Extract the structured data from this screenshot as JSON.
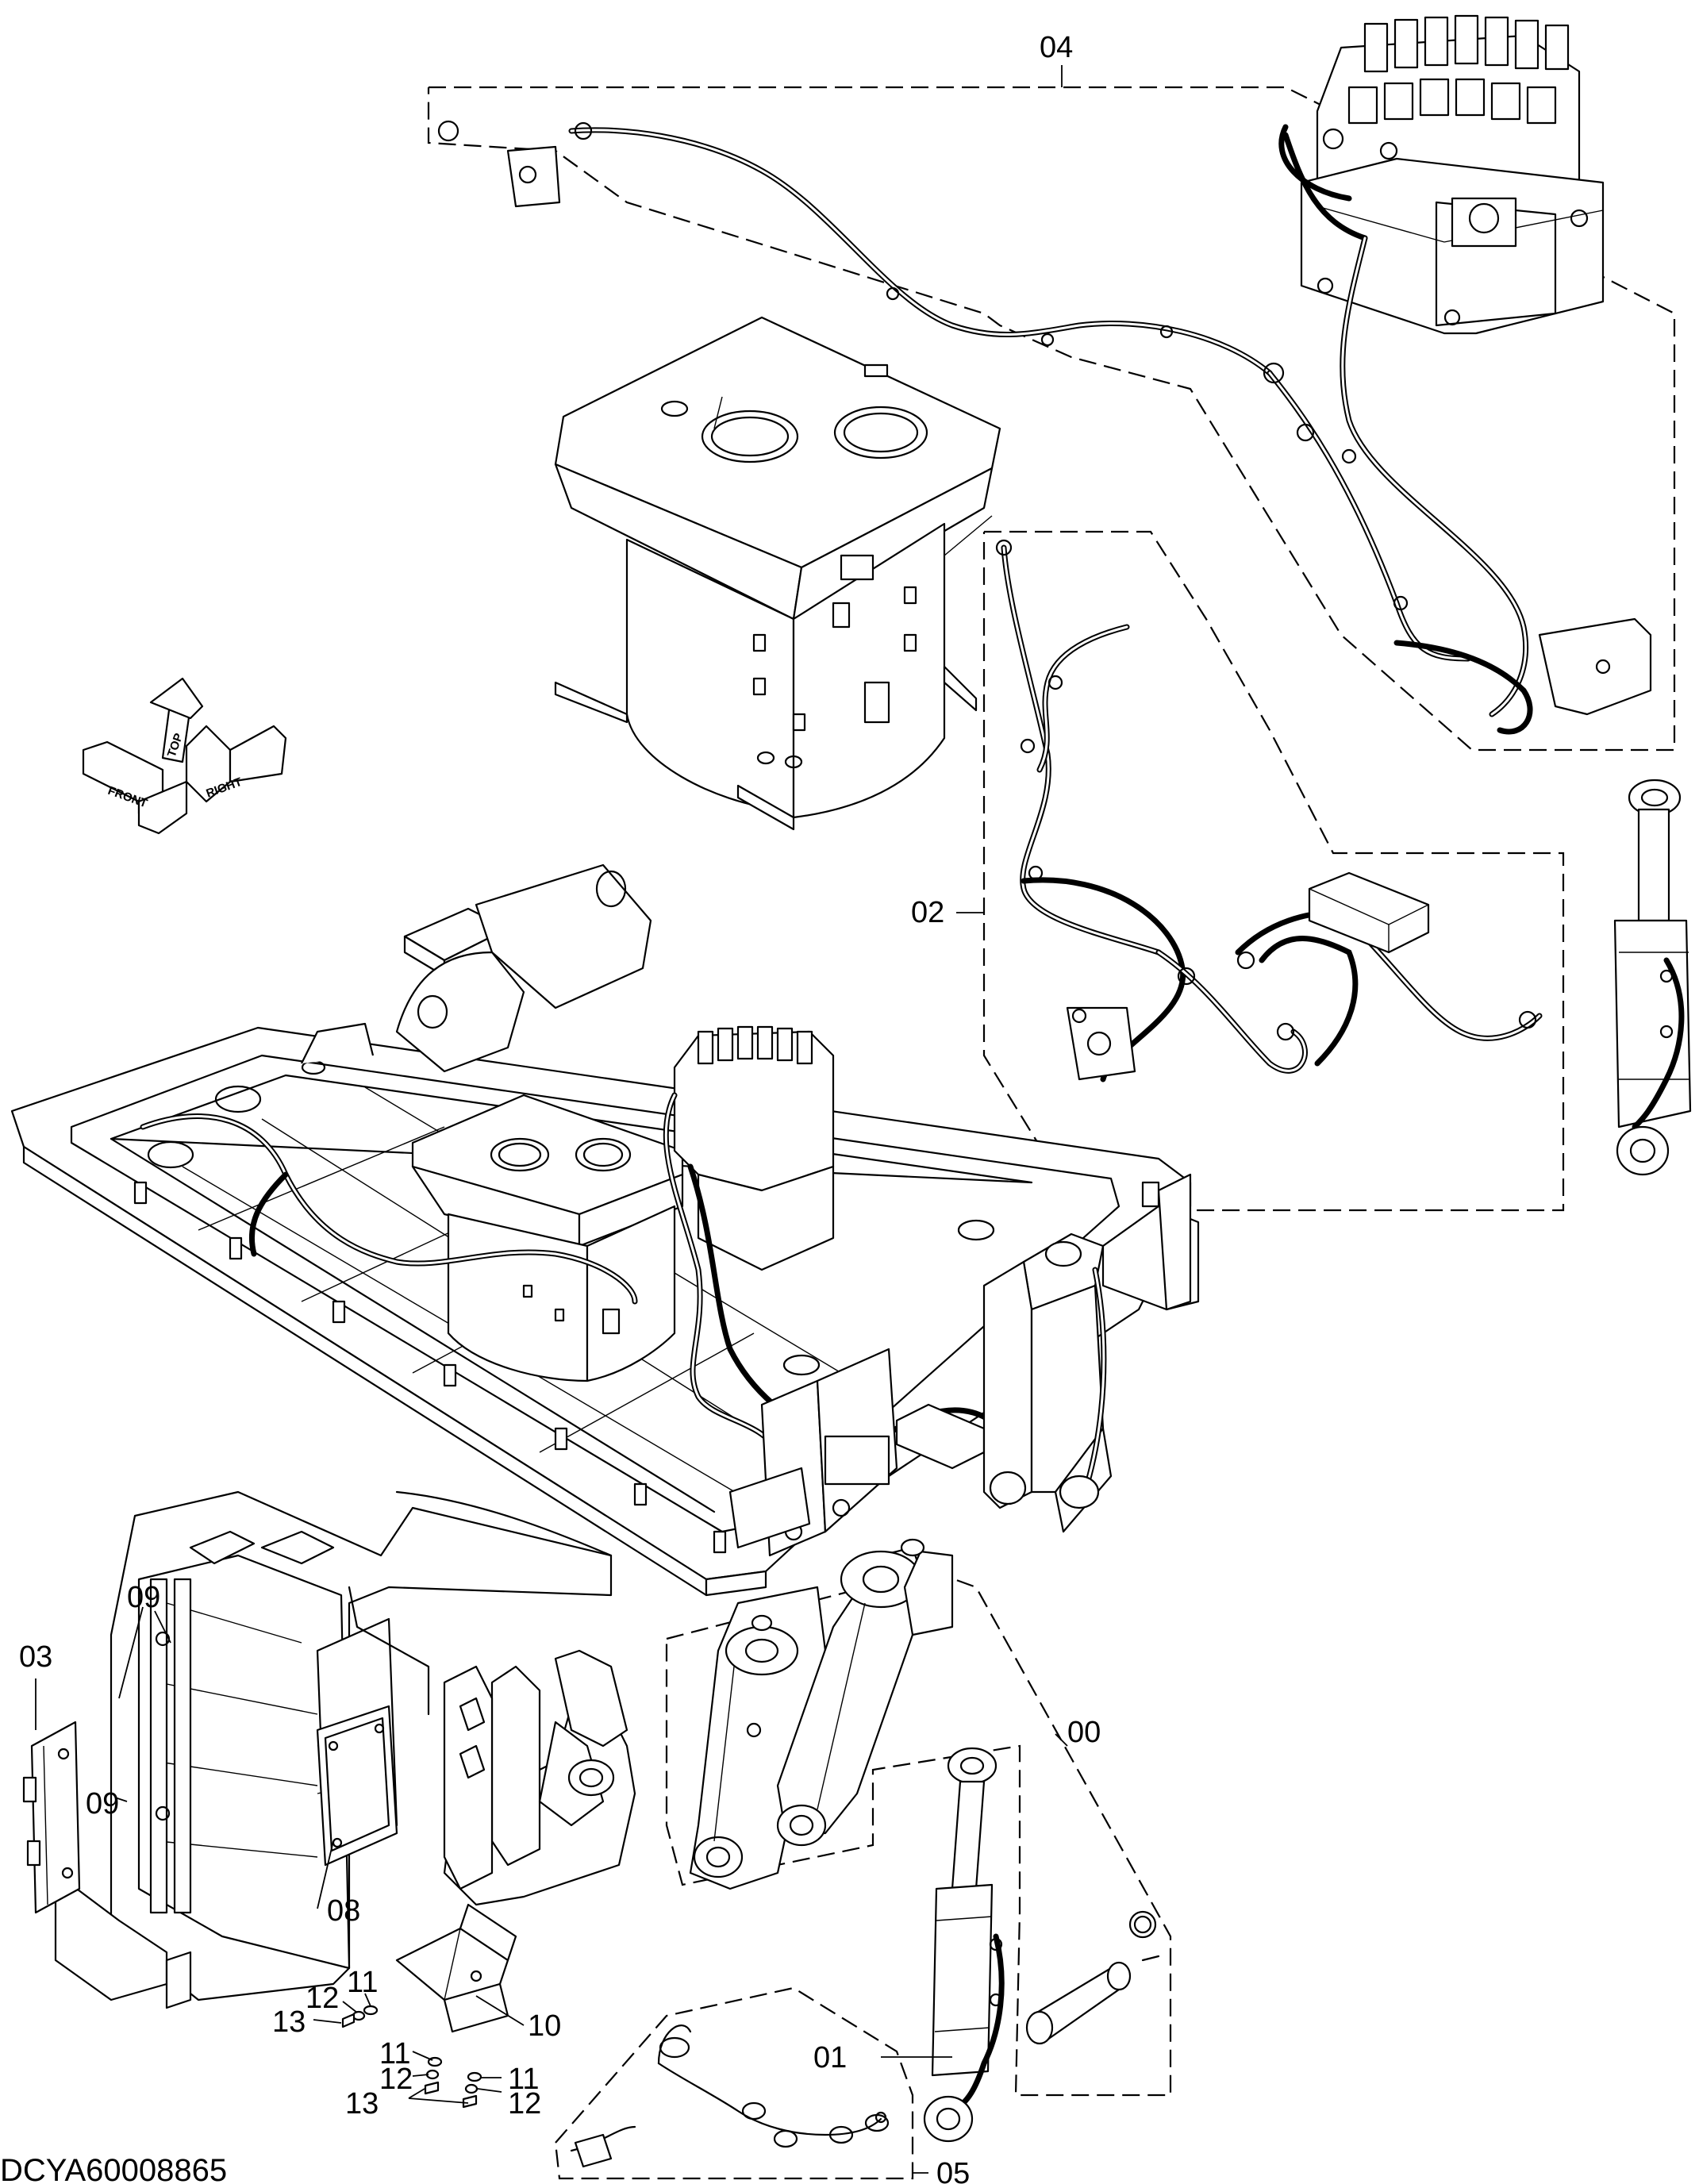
{
  "drawing_code": "DCYA60008865",
  "orientation_arrow": {
    "front": "FRONT",
    "top": "TOP",
    "right": "RIGHT"
  },
  "callouts": {
    "c00": "00",
    "c01": "01",
    "c02": "02",
    "c03": "03",
    "c04": "04",
    "c05": "05",
    "c08": "08",
    "c09a": "09",
    "c09b": "09",
    "c10": "10",
    "c11a": "11",
    "c11b": "11",
    "c11c": "11",
    "c12a": "12",
    "c12b": "12",
    "c12c": "12",
    "c13a": "13",
    "c13b": "13"
  }
}
